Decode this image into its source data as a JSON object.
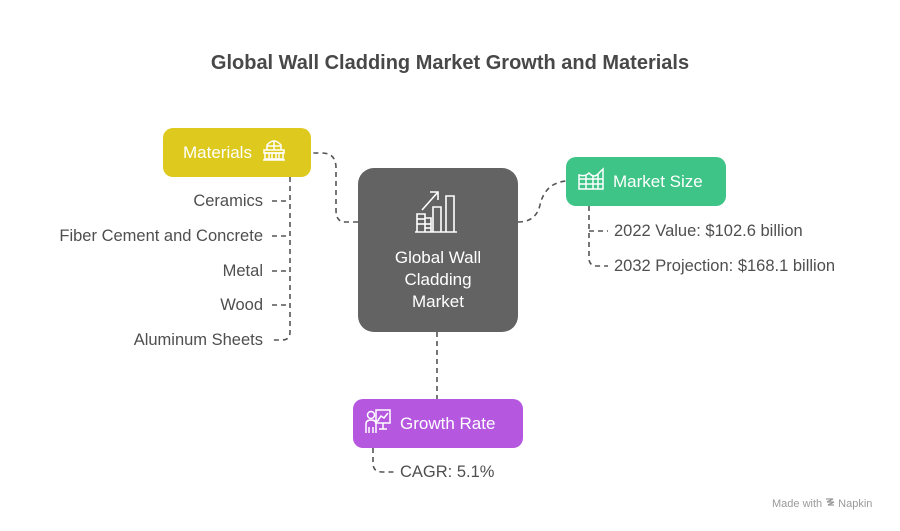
{
  "title": "Global Wall Cladding Market Growth and Materials",
  "center": {
    "label": "Global Wall Cladding Market",
    "icon": "growth-bar-chart-icon",
    "color": "#636363"
  },
  "materials": {
    "label": "Materials",
    "icon": "balcony-icon",
    "color": "#dec91e",
    "items": [
      "Ceramics",
      "Fiber Cement and Concrete",
      "Metal",
      "Wood",
      "Aluminum Sheets"
    ]
  },
  "market_size": {
    "label": "Market Size",
    "icon": "area-chart-table-icon",
    "color": "#3ec486",
    "items": [
      "2022 Value: $102.6 billion",
      "2032 Projection: $168.1 billion"
    ]
  },
  "growth_rate": {
    "label": "Growth Rate",
    "icon": "presenter-chart-icon",
    "color": "#b557df",
    "items": [
      "CAGR: 5.1%"
    ]
  },
  "footer": {
    "made_with": "Made with",
    "brand": "Napkin",
    "icon": "napkin-logo-icon"
  }
}
